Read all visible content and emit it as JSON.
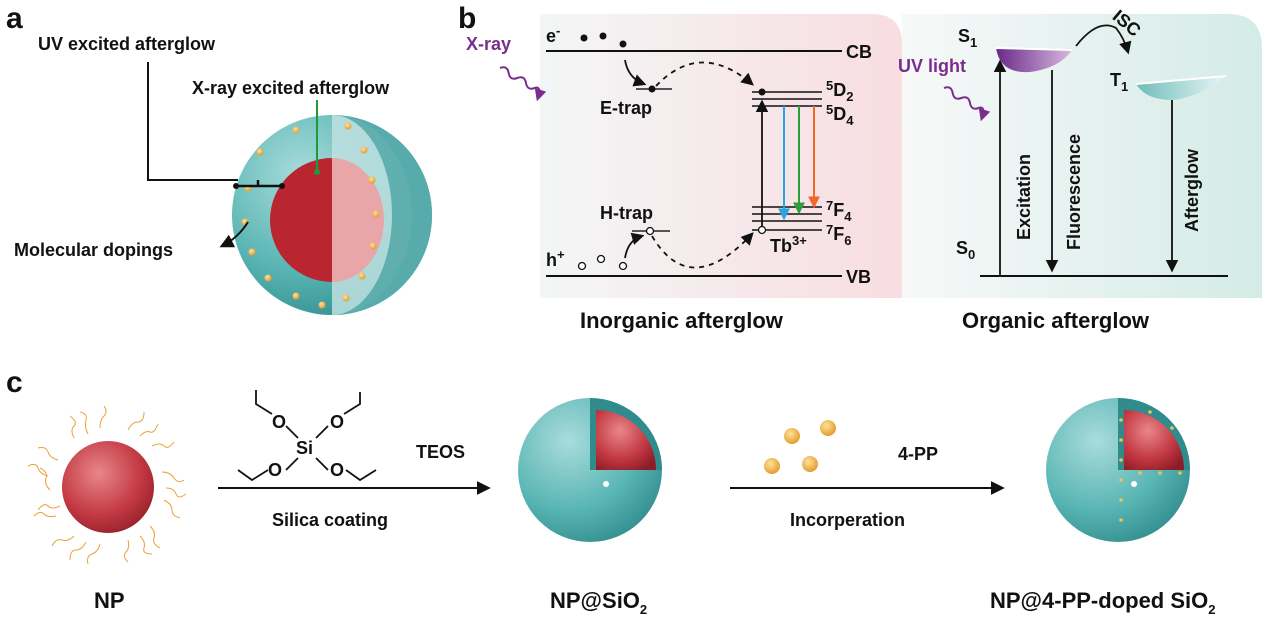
{
  "panels": {
    "a": "a",
    "b": "b",
    "c": "c"
  },
  "panel_a": {
    "uv_afterglow": "UV excited afterglow",
    "xray_afterglow": "X-ray excited afterglow",
    "dopings": "Molecular dopings"
  },
  "panel_b": {
    "xray": "X-ray",
    "electron": "e",
    "electron_sup": "-",
    "cb": "CB",
    "vb": "VB",
    "e_trap": "E-trap",
    "h_trap": "H-trap",
    "hole": "h",
    "hole_sup": "+",
    "d2_sup": "5",
    "d2": "D",
    "d2_sub": "2",
    "d4_sup": "5",
    "d4": "D",
    "d4_sub": "4",
    "f4_sup": "7",
    "f4": "F",
    "f4_sub": "4",
    "f6_sup": "7",
    "f6": "F",
    "f6_sub": "6",
    "tb": "Tb",
    "tb_sup": "3+",
    "inorganic": "Inorganic afterglow",
    "organic": "Organic afterglow",
    "s1": "S",
    "s1_sub": "1",
    "t1": "T",
    "t1_sub": "1",
    "s0": "S",
    "s0_sub": "0",
    "isc": "ISC",
    "uv_light": "UV light",
    "excitation": "Excitation",
    "fluorescence": "Fluorescence",
    "afterglow": "Afterglow",
    "colors": {
      "xray": "#7b2d8e",
      "blue": "#2aa6df",
      "green": "#2e9e3a",
      "orange": "#f2672a"
    }
  },
  "panel_c": {
    "np": "NP",
    "teos": "TEOS",
    "silica_coating": "Silica coating",
    "np_sio2": "NP@SiO",
    "np_sio2_sub": "2",
    "pp": "4-PP",
    "incorporation": "Incorperation",
    "np_doped": "NP@4-PP-doped SiO",
    "np_doped_sub": "2",
    "si": "Si",
    "o": "O"
  }
}
